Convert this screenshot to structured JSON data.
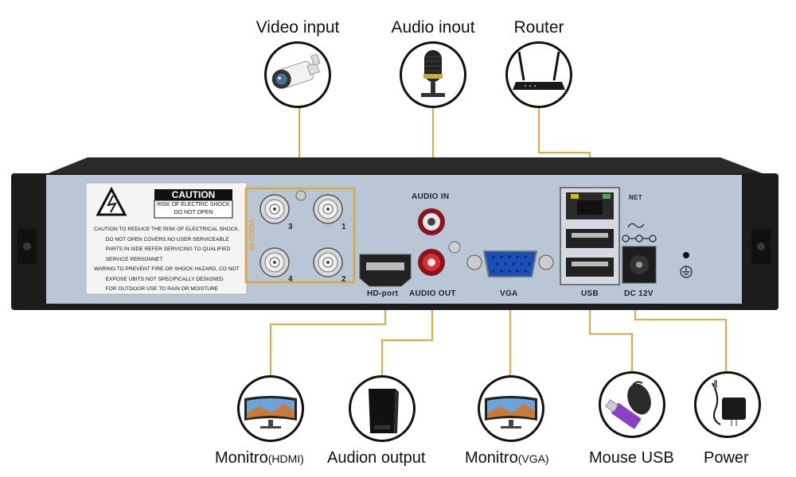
{
  "top_devices": [
    {
      "id": "video",
      "label": "Video input",
      "icon": "camera-icon"
    },
    {
      "id": "audio",
      "label": "Audio inout",
      "icon": "microphone-icon"
    },
    {
      "id": "router",
      "label": "Router",
      "icon": "router-icon"
    }
  ],
  "bottom_devices": [
    {
      "id": "hdmi",
      "label": "Monitro",
      "label_suffix": "(HDMI)",
      "icon": "monitor-icon"
    },
    {
      "id": "audio_out",
      "label": "Audion output",
      "icon": "speaker-icon"
    },
    {
      "id": "vga",
      "label": "Monitro",
      "label_suffix": "(VGA)",
      "icon": "monitor-icon"
    },
    {
      "id": "usb",
      "label": "Mouse USB",
      "icon": "mouse-usb-icon"
    },
    {
      "id": "power",
      "label": "Power",
      "icon": "power-adapter-icon"
    }
  ],
  "panel": {
    "caution_title": "CAUTION",
    "caution_sub1": "RISK OF ELECTRIC SHOCK",
    "caution_sub2": "DO NOT OPEN",
    "caution_body": "CAUTION:TO REDUCE THE RISK OF ELECTRICAL SHOCK,\n        DO NOT OPEN COVERS.NO USER SERVICEABLE\n        PARTS IN SIDE REFER SERVICING TO QUALIFIED\n        SERVICE PERSONNET\nWARING:TO PREVENT FIRE OR SHOCK HAZARD, CO NOT\n        EXPOSE UBITS NOT SPECIFICALLY DESIGNED\n        FOR OUTDOOR USE TO RAIN OR MOISTURE",
    "video_in_label": "VIDEO IN",
    "bnc_numbers": [
      "3",
      "1",
      "4",
      "2"
    ],
    "audio_in_label": "AUDIO IN",
    "hdmi_label": "HD-port",
    "audio_out_label": "AUDIO OUT",
    "vga_label": "VGA",
    "net_label": "NET",
    "usb_label": "USB",
    "dc_label": "DC 12V"
  },
  "colors": {
    "connector_line": "#f2a33a",
    "panel": "#b9c6d6",
    "chassis": "#1c1c1c",
    "video_frame": "#e1a63a"
  }
}
